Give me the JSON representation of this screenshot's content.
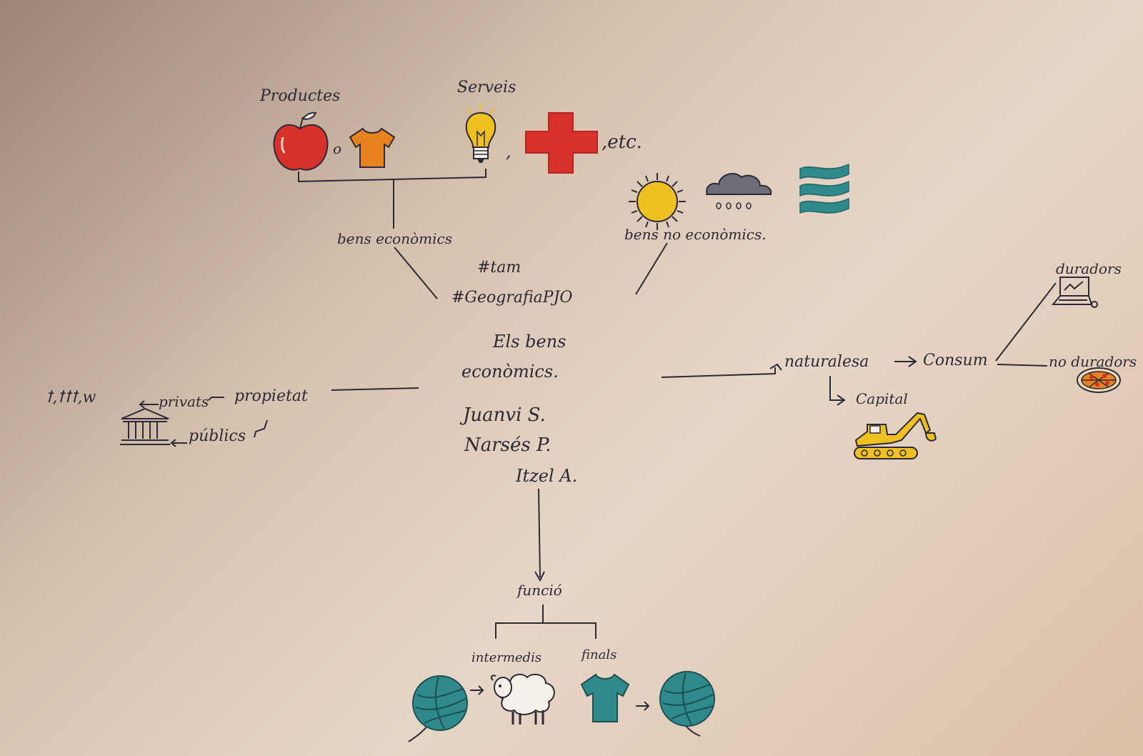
{
  "center": {
    "title_line1": "Els bens",
    "title_line2": "econòmics.",
    "author1": "Juanvi S.",
    "author2": "Narsés P.",
    "author3": "Itzel A."
  },
  "hashtags": {
    "tag1": "#tam",
    "tag2": "#GeografiaPJO"
  },
  "top_left": {
    "productes": "Productes",
    "serveis": "Serveis",
    "o": "o",
    "comma": ",",
    "etc": ",etc.",
    "bens_economics": "bens econòmics"
  },
  "top_right": {
    "bens_no_economics": "bens no econòmics."
  },
  "right": {
    "naturalesa": "naturalesa",
    "consum": "Consum",
    "capital": "Capital",
    "duradors": "duradors",
    "no_duradors": "no duradors"
  },
  "left": {
    "propietat": "propietat",
    "privats": "privats",
    "publics": "públics",
    "people_marks": "ꝉ,ꝉꝉꝉ,w"
  },
  "bottom": {
    "funcio": "funció",
    "intermedis": "intermedis",
    "finals": "finals"
  },
  "colors": {
    "ink": "#2a2a38",
    "red": "#d8302a",
    "orange": "#e8821e",
    "yellow": "#f0c020",
    "teal": "#2f8a8c",
    "grey": "#6e6e78"
  }
}
